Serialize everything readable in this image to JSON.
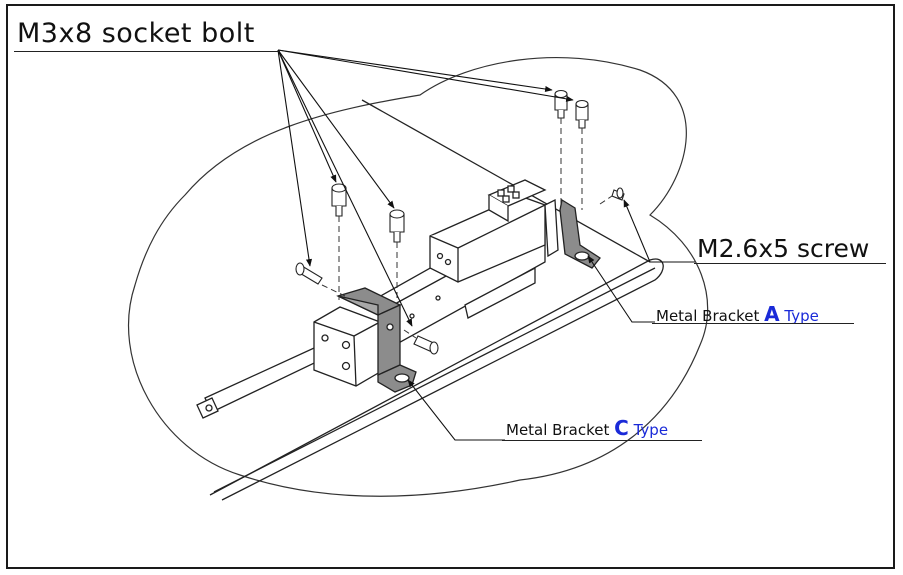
{
  "labels": {
    "socket_bolt": "M3x8 socket bolt",
    "screw": "M2.6x5 screw",
    "bracket_a_prefix": "Metal Bracket",
    "bracket_a_letter": "A",
    "bracket_a_suffix": "Type",
    "bracket_c_prefix": "Metal Bracket",
    "bracket_c_letter": "C",
    "bracket_c_suffix": "Type"
  },
  "colors": {
    "line": "#1a1a1a",
    "accent": "#1a2ad8",
    "part_fill": "#ffffff",
    "bracket_fill": "#8c8c8c"
  }
}
